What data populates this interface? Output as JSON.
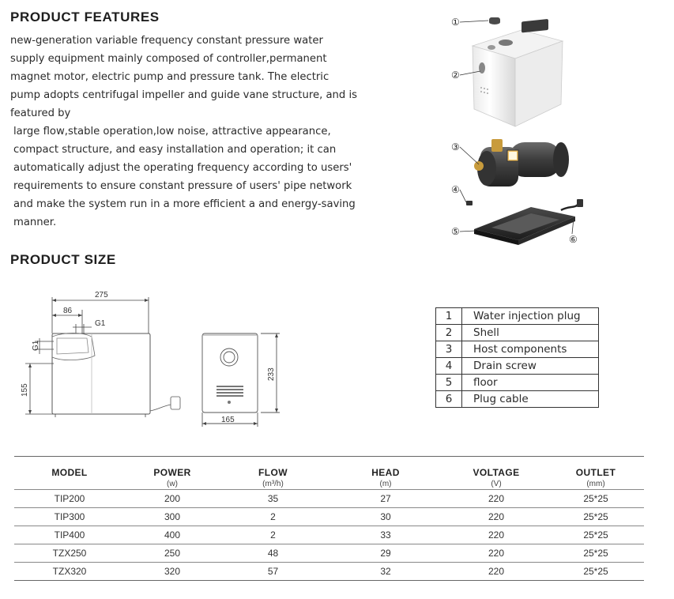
{
  "features": {
    "heading": "PRODUCT FEATURES",
    "paragraphs": [
      "new-generation variable frequency constant pressure water supply equipment mainly composed of controller,permanent magnet motor, electric pump and pressure tank. The electric pump adopts centrifugal impeller and guide vane structure, and is featured by",
      "large flow,stable operation,low noise, attractive appearance, compact structure, and easy installation and operation; it can automatically adjust the operating frequency according to users' requirements to ensure constant pressure of users' pipe network and make the system run in a more efficient a and energy-saving manner."
    ]
  },
  "size": {
    "heading": "PRODUCT SIZE",
    "dimensions": {
      "overall_width": "275",
      "inlet_offset": "86",
      "thread_top": "G1",
      "thread_side": "G1",
      "outlet_height": "155",
      "height": "233",
      "depth": "165"
    }
  },
  "exploded_view": {
    "callouts": [
      "①",
      "②",
      "③",
      "④",
      "⑤",
      "⑥"
    ]
  },
  "parts": [
    {
      "no": "1",
      "name": "Water injection plug"
    },
    {
      "no": "2",
      "name": "Shell"
    },
    {
      "no": "3",
      "name": "Host components"
    },
    {
      "no": "4",
      "name": "Drain screw"
    },
    {
      "no": "5",
      "name": "floor"
    },
    {
      "no": "6",
      "name": "Plug cable"
    }
  ],
  "spec_table": {
    "headers": [
      "MODEL",
      "POWER",
      "FLOW",
      "HEAD",
      "VOLTAGE",
      "OUTLET"
    ],
    "units": [
      "",
      "(w)",
      "(m³/h)",
      "(m)",
      "(V)",
      "(mm)"
    ],
    "rows": [
      [
        "TIP200",
        "200",
        "35",
        "27",
        "220",
        "25*25"
      ],
      [
        "TIP300",
        "300",
        "2",
        "30",
        "220",
        "25*25"
      ],
      [
        "TIP400",
        "400",
        "2",
        "33",
        "220",
        "25*25"
      ],
      [
        "TZX250",
        "250",
        "48",
        "29",
        "220",
        "25*25"
      ],
      [
        "TZX320",
        "320",
        "57",
        "32",
        "220",
        "25*25"
      ]
    ]
  }
}
